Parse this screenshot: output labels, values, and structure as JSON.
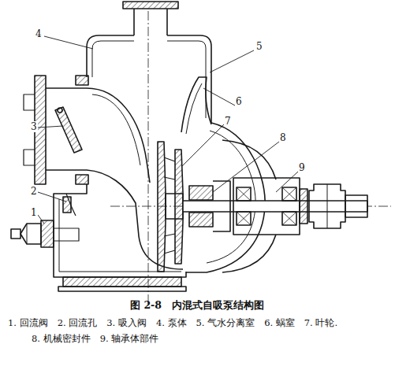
{
  "diagram": {
    "caption": "图 2-8　内混式自吸泵结构图",
    "labels": [
      "4",
      "5",
      "3",
      "6",
      "7",
      "8",
      "9",
      "2",
      "1",
      "1. 回流阀　2. 回流孔　3. 吸入阀　4. 泵体　5. 气水分离室　6. 蜗室　7. 叶轮.",
      "8. 机械密封件　9. 轴承体部件"
    ]
  }
}
